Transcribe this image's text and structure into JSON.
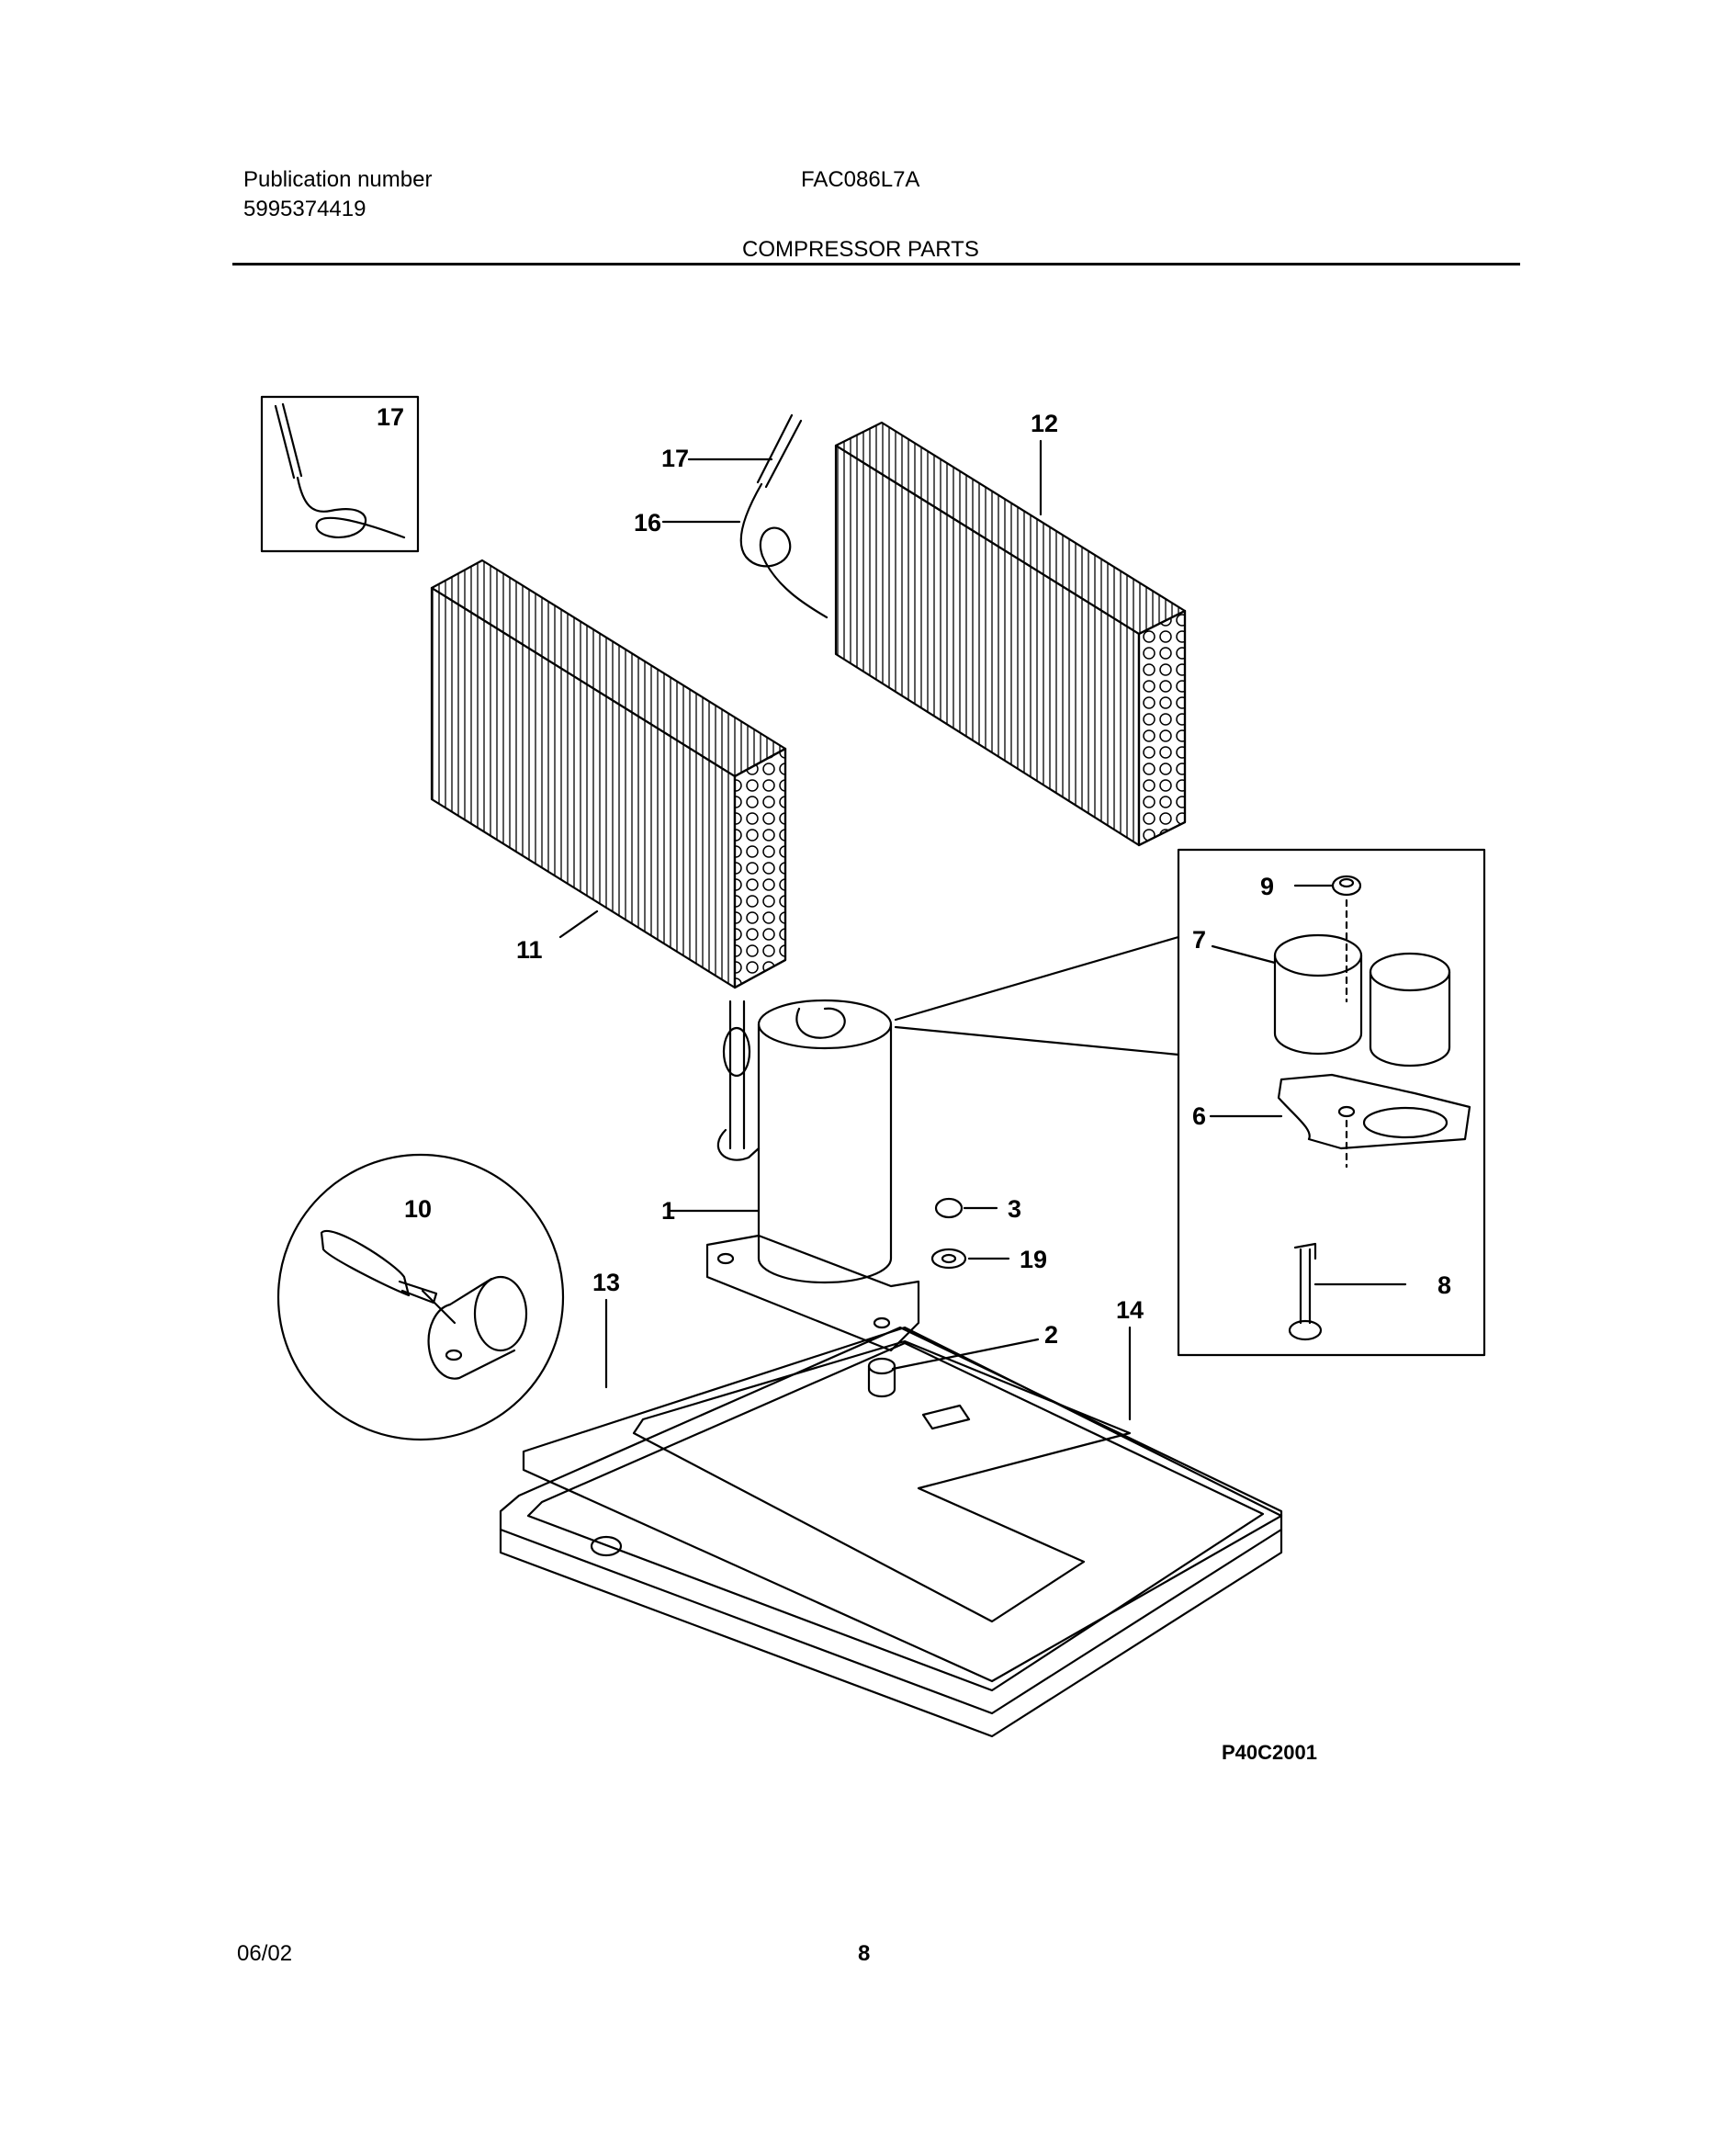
{
  "header": {
    "publication_label": "Publication number",
    "publication_number": "5995374419",
    "model": "FAC086L7A",
    "section_title": "COMPRESSOR PARTS"
  },
  "callouts": {
    "c1": "1",
    "c2": "2",
    "c3": "3",
    "c6": "6",
    "c7": "7",
    "c8": "8",
    "c9": "9",
    "c10": "10",
    "c11": "11",
    "c12": "12",
    "c13": "13",
    "c14": "14",
    "c16": "16",
    "c17a": "17",
    "c17b": "17",
    "c19": "19"
  },
  "figure_code": "P40C2001",
  "footer": {
    "date": "06/02",
    "page": "8"
  }
}
